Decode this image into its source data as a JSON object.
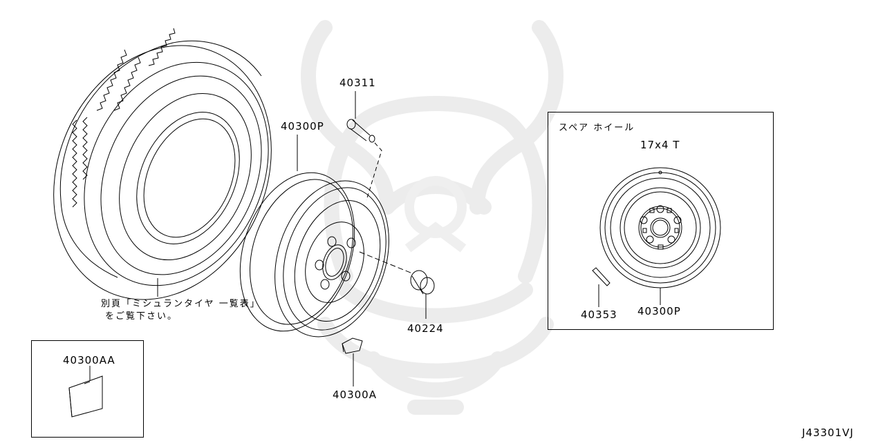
{
  "diagram": {
    "drawing_id": "J43301VJ",
    "colors": {
      "line": "#000000",
      "background": "#ffffff",
      "watermark": "#ececec"
    },
    "tire": {
      "note_line1": "別頁「ミシュランタイヤ 一覧表」",
      "note_line2": "をご覧下さい。"
    },
    "parts": {
      "wheel": "40300P",
      "valve": "40311",
      "nut": "40224",
      "weight": "40300A",
      "weight_adhesive": "40300AA"
    },
    "spare_box": {
      "title": "スペア ホイール",
      "size": "17x4 T",
      "wheel_part": "40300P",
      "weight_part": "40353"
    }
  }
}
